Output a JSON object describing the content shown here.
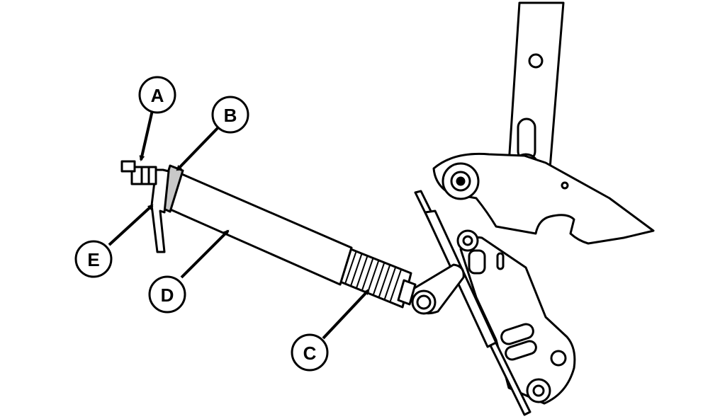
{
  "diagram": {
    "callouts": {
      "a": "A",
      "b": "B",
      "c": "C",
      "d": "D",
      "e": "E"
    }
  },
  "colors": {
    "stroke": "#000000",
    "fill": "#ffffff",
    "shaded_part": "#c8c8c8"
  }
}
